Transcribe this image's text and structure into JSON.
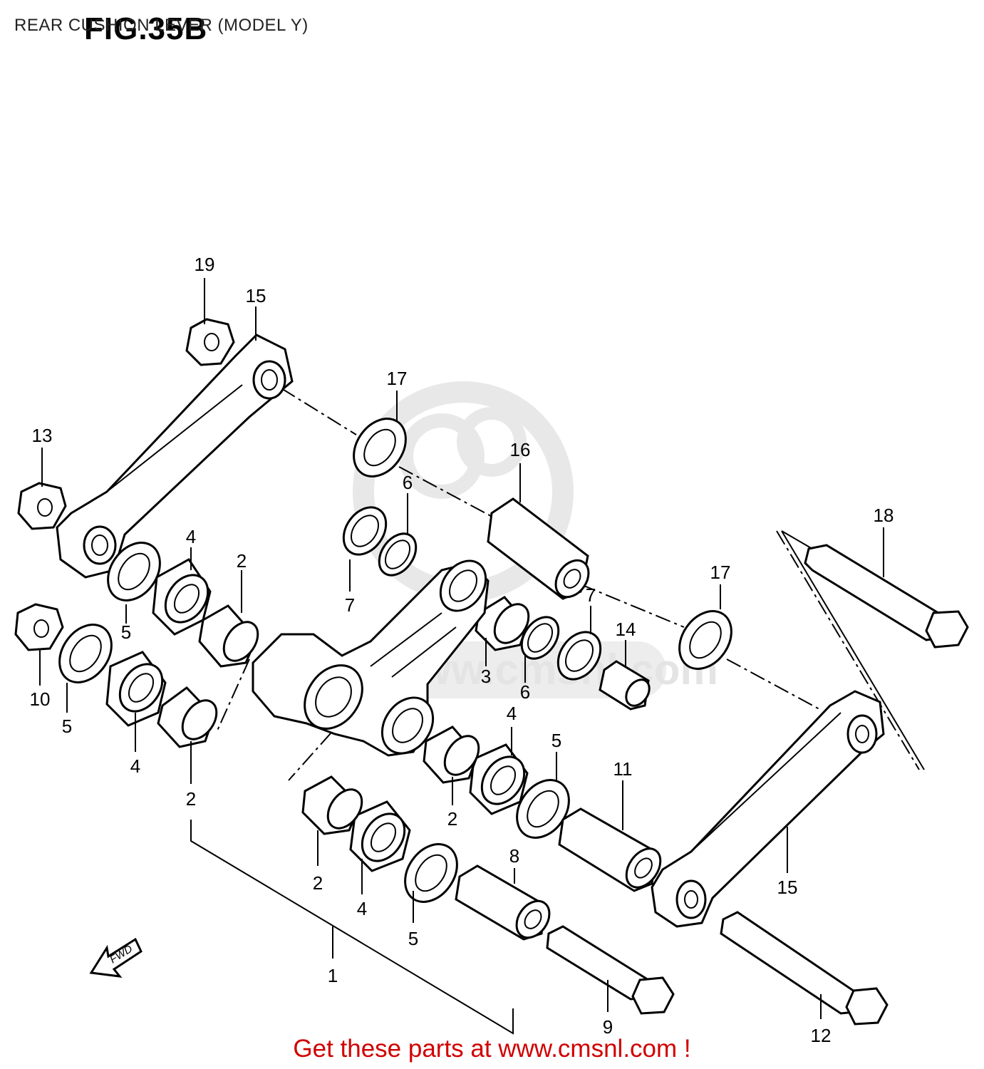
{
  "header": {
    "fig_label": "FIG.35B",
    "subtitle": "REAR CUSHION LEVER (MODEL Y)"
  },
  "watermark": {
    "text": "www.cmsnl.com"
  },
  "fwd_label": "FWD",
  "callouts": [
    "19",
    "15",
    "17",
    "13",
    "16",
    "6",
    "18",
    "4",
    "2",
    "7",
    "17",
    "5",
    "7",
    "14",
    "10",
    "3",
    "6",
    "5",
    "4",
    "4",
    "5",
    "11",
    "2",
    "2",
    "8",
    "15",
    "2",
    "4",
    "5",
    "1",
    "9",
    "12"
  ],
  "footer": {
    "text": "Get these parts at www.cmsnl.com !",
    "color": "#d00000"
  }
}
